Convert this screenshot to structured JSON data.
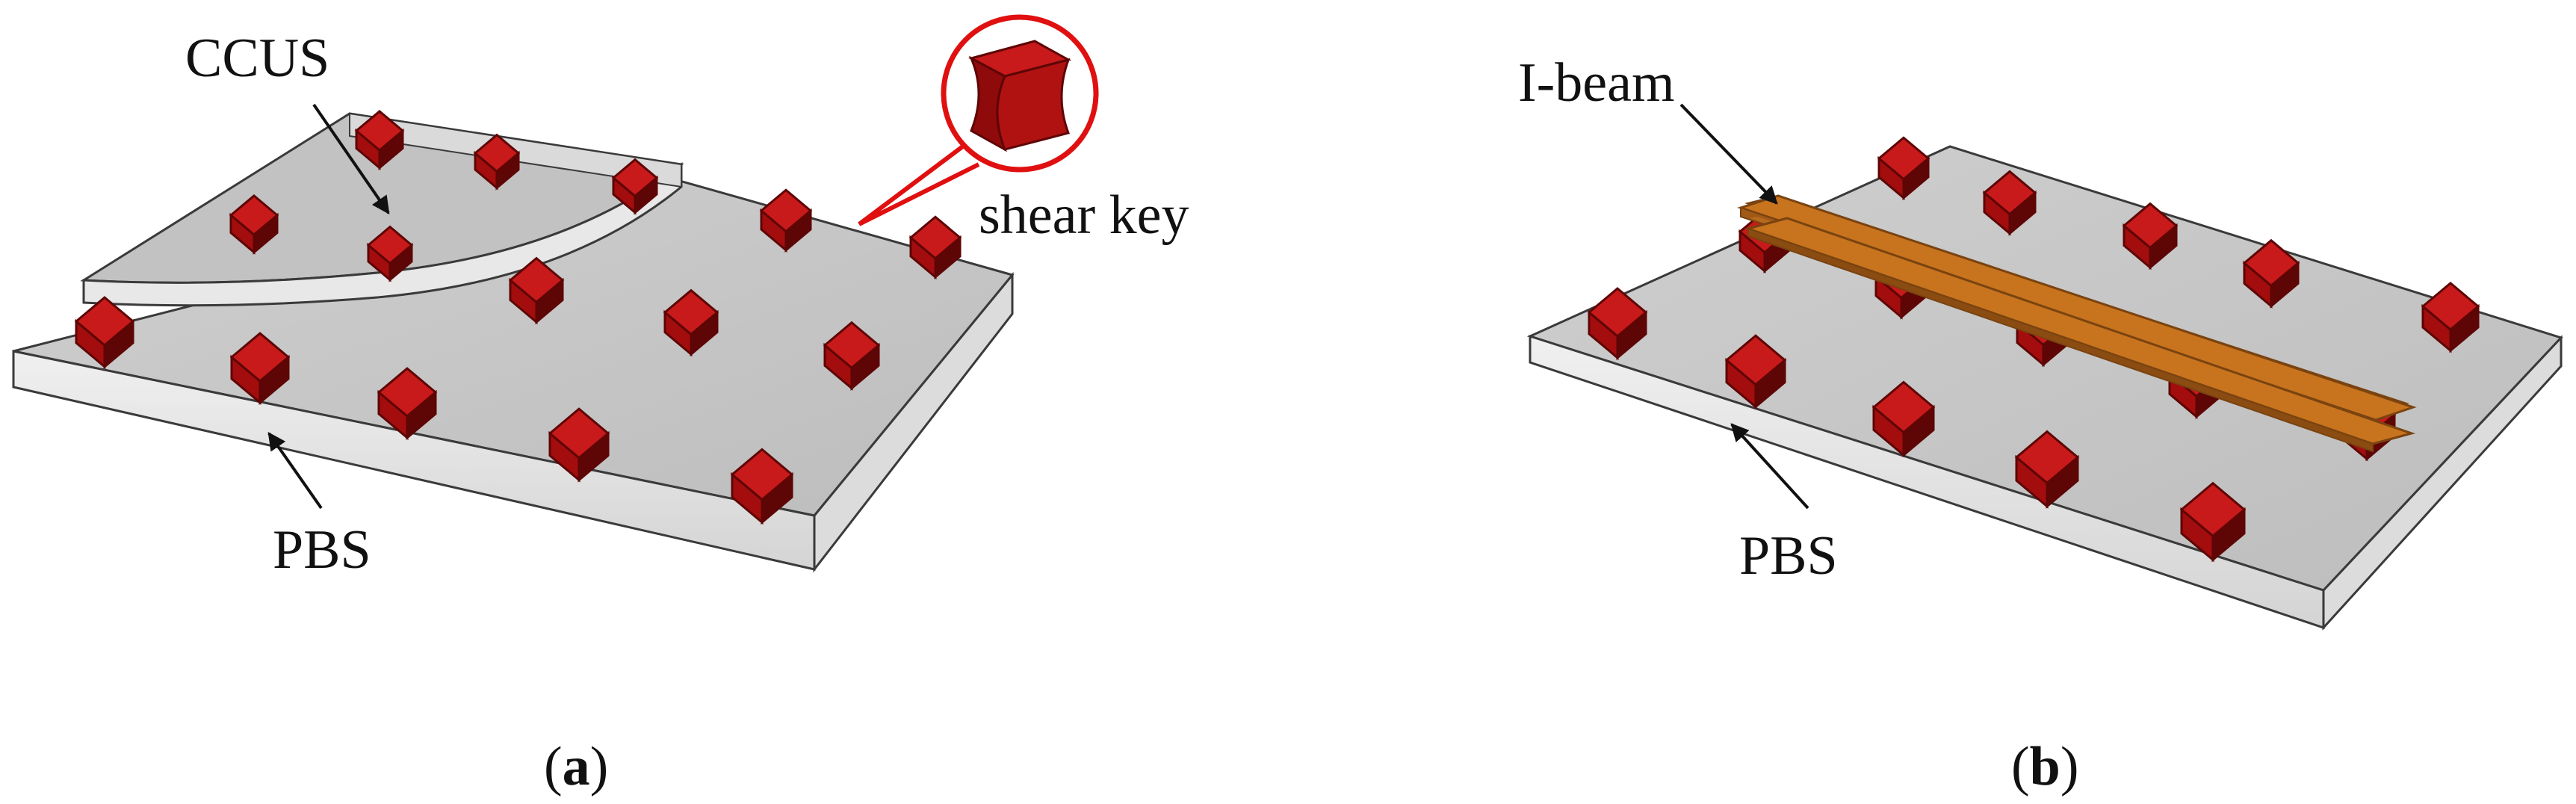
{
  "panel_a": {
    "labels": {
      "ccus": "CCUS",
      "pbs": "PBS",
      "shear_key": "shear key"
    },
    "caption": {
      "open": "(",
      "letter": "a",
      "close": ")"
    }
  },
  "panel_b": {
    "labels": {
      "i_beam": "I-beam",
      "pbs": "PBS"
    },
    "caption": {
      "open": "(",
      "letter": "b",
      "close": ")"
    }
  },
  "colors": {
    "slab_top": "#c9c9c9",
    "slab_side": "#e6e6e6",
    "slab_edge": "#3a3a3a",
    "shear_key": "#a30d0d",
    "shear_key_dark": "#5e0505",
    "shear_key_light": "#c81a1a",
    "i_beam": "#c8741e",
    "i_beam_dark": "#7a4310",
    "callout": "#e01010",
    "arrow": "#111111"
  }
}
